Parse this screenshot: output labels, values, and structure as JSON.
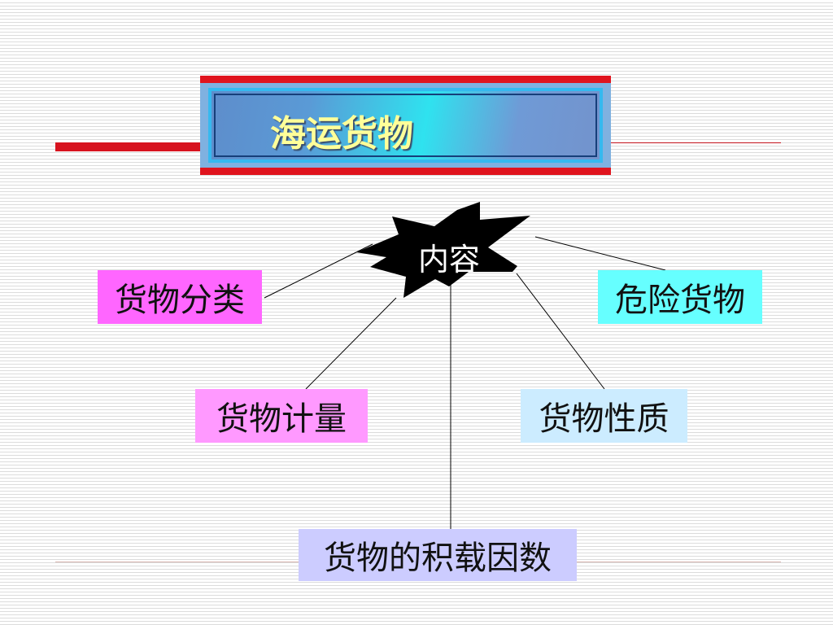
{
  "title": "海运货物",
  "center": {
    "label": "内容"
  },
  "nodes": {
    "classification": "货物分类",
    "dangerous": "危险货物",
    "measurement": "货物计量",
    "properties": "货物性质",
    "stowage_factor": "货物的积载因数"
  },
  "colors": {
    "banner_frame": "#e0141e",
    "title_text": "#ffff99",
    "burst_fill": "#000000",
    "classification_bg": "#ff66ff",
    "dangerous_bg": "#66ffff",
    "measurement_bg": "#ff99ff",
    "properties_bg": "#ccecff",
    "stowage_factor_bg": "#ccccff"
  }
}
